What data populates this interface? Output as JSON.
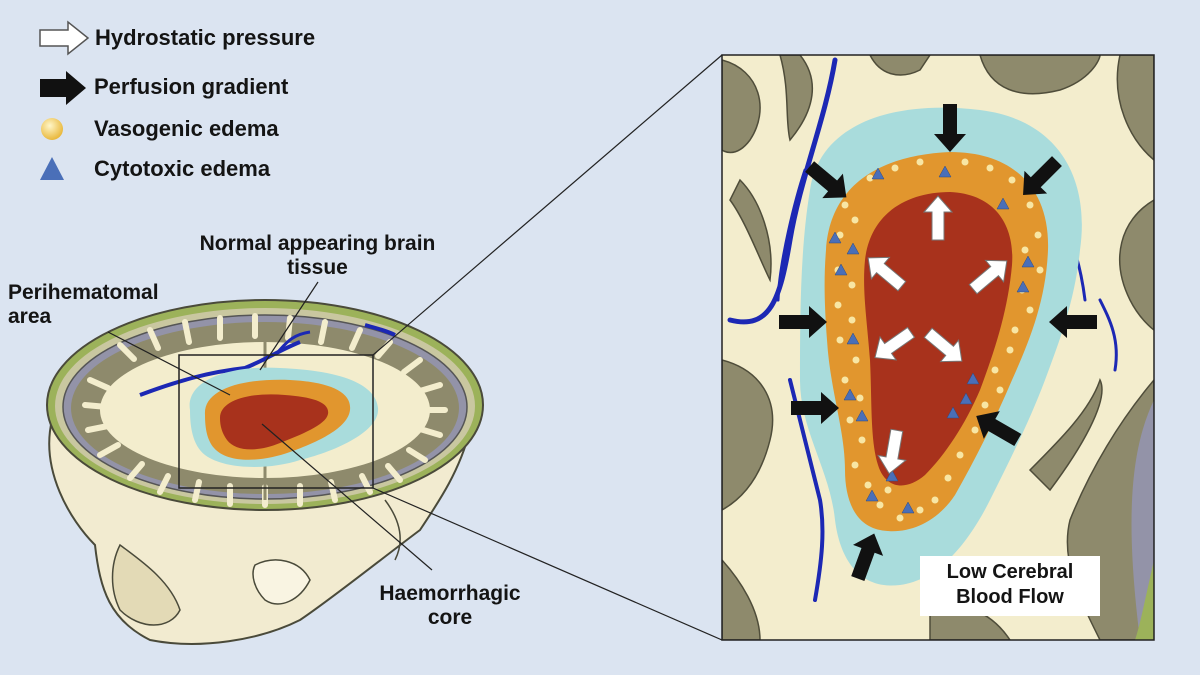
{
  "legend": {
    "hydrostatic": "Hydrostatic pressure",
    "perfusion": "Perfusion gradient",
    "vasogenic": "Vasogenic edema",
    "cytotoxic": "Cytotoxic edema"
  },
  "annotations": {
    "normal_tissue_line1": "Normal appearing brain",
    "normal_tissue_line2": "tissue",
    "perihematomal_line1": "Perihematomal",
    "perihematomal_line2": "area",
    "core_line1": "Haemorrhagic",
    "core_line2": "core",
    "cbf_line1": "Low Cerebral",
    "cbf_line2": "Blood Flow"
  },
  "colors": {
    "background": "#dbe4f1",
    "core": "#a8321c",
    "vasogenic_ring": "#e1962e",
    "edema_halo": "#a9dcdc",
    "white_matter": "#f3edcd",
    "gray_matter": "#8e8a6c",
    "vessel": "#1c28b4",
    "vasogenic_dot": "#f6dc86",
    "cytotoxic_triangle": "#4a6fb8"
  }
}
